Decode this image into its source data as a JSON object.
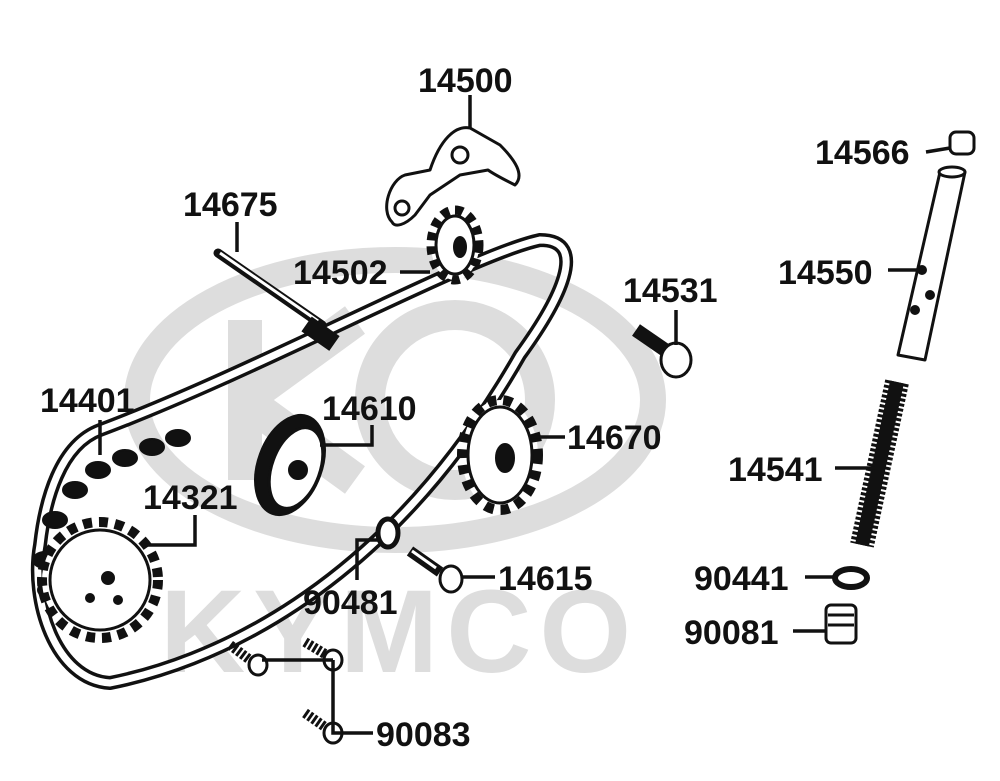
{
  "diagram": {
    "watermark": {
      "text": "KYMCO",
      "color": "#dddddd"
    },
    "part_numbers": {
      "p14500": "14500",
      "p14566": "14566",
      "p14675": "14675",
      "p14502": "14502",
      "p14550": "14550",
      "p14531": "14531",
      "p14401": "14401",
      "p14610": "14610",
      "p14670": "14670",
      "p14541": "14541",
      "p14321": "14321",
      "p90481": "90481",
      "p14615": "14615",
      "p90441": "90441",
      "p90081": "90081",
      "p90083": "90083"
    },
    "colors": {
      "ink": "#111111",
      "paper": "#ffffff",
      "watermark": "#dddddd"
    }
  }
}
